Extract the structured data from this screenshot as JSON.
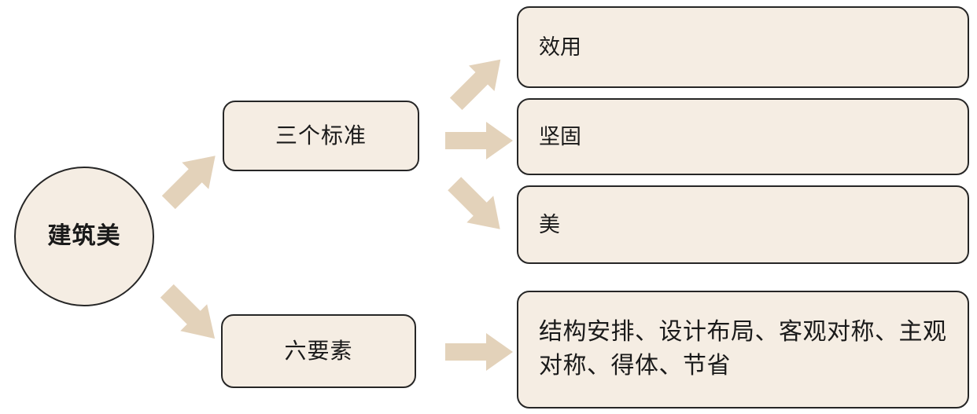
{
  "diagram": {
    "type": "tree",
    "title_node": "建筑美",
    "palette": {
      "node_fill": "#F5EDE3",
      "node_border": "#262626",
      "arrow_fill": "#E3D2BA",
      "background": "#FFFFFF",
      "text": "#1A1A1A"
    },
    "nodes": {
      "root": {
        "label": "建筑美",
        "shape": "circle"
      },
      "three_standards": {
        "label": "三个标准",
        "shape": "rounded-rect"
      },
      "six_elements": {
        "label": "六要素",
        "shape": "rounded-rect"
      },
      "utility": {
        "label": "效用",
        "shape": "rounded-rect"
      },
      "firmness": {
        "label": "坚固",
        "shape": "rounded-rect"
      },
      "beauty": {
        "label": "美",
        "shape": "rounded-rect"
      },
      "six_elements_list": {
        "label": "结构安排、设计布局、客观对称、主观对称、得体、节省",
        "shape": "rounded-rect"
      }
    },
    "edges": [
      {
        "from": "root",
        "to": "three_standards",
        "direction": "up-right",
        "icon": "arrow-up-right-icon"
      },
      {
        "from": "root",
        "to": "six_elements",
        "direction": "down-right",
        "icon": "arrow-down-right-icon"
      },
      {
        "from": "three_standards",
        "to": "utility",
        "direction": "up-right",
        "icon": "arrow-up-right-icon"
      },
      {
        "from": "three_standards",
        "to": "firmness",
        "direction": "right",
        "icon": "arrow-right-icon"
      },
      {
        "from": "three_standards",
        "to": "beauty",
        "direction": "down-right",
        "icon": "arrow-down-right-icon"
      },
      {
        "from": "six_elements",
        "to": "six_elements_list",
        "direction": "right",
        "icon": "arrow-right-icon"
      }
    ]
  }
}
